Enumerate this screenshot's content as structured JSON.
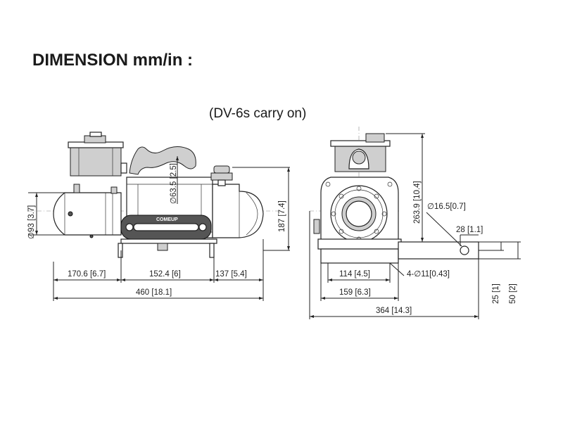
{
  "title": "DIMENSION mm/in :",
  "model": "(DV-6s carry on)",
  "brand_mark": "COMEUP",
  "side_view": {
    "dims": {
      "drum_dia": "∅93 [3.7]",
      "cable_dia": "∅63.5 [2.5]",
      "height": "187 [7.4]",
      "motor_len": "170.6 [6.7]",
      "drum_len": "152.4 [6]",
      "gear_len": "137 [5.4]",
      "total_len": "460 [18.1]"
    }
  },
  "end_view": {
    "dims": {
      "height": "263.9 [10.4]",
      "pin_dia": "∅16.5[0.7]",
      "pin_offset": "28 [1.1]",
      "bolt_spacing": "114 [4.5]",
      "bolt_holes": "4-∅11[0.43]",
      "mount_width": "159 [6.3]",
      "total_width": "364 [14.3]",
      "bar_h1": "25 [1]",
      "bar_h2": "50 [2]"
    }
  }
}
